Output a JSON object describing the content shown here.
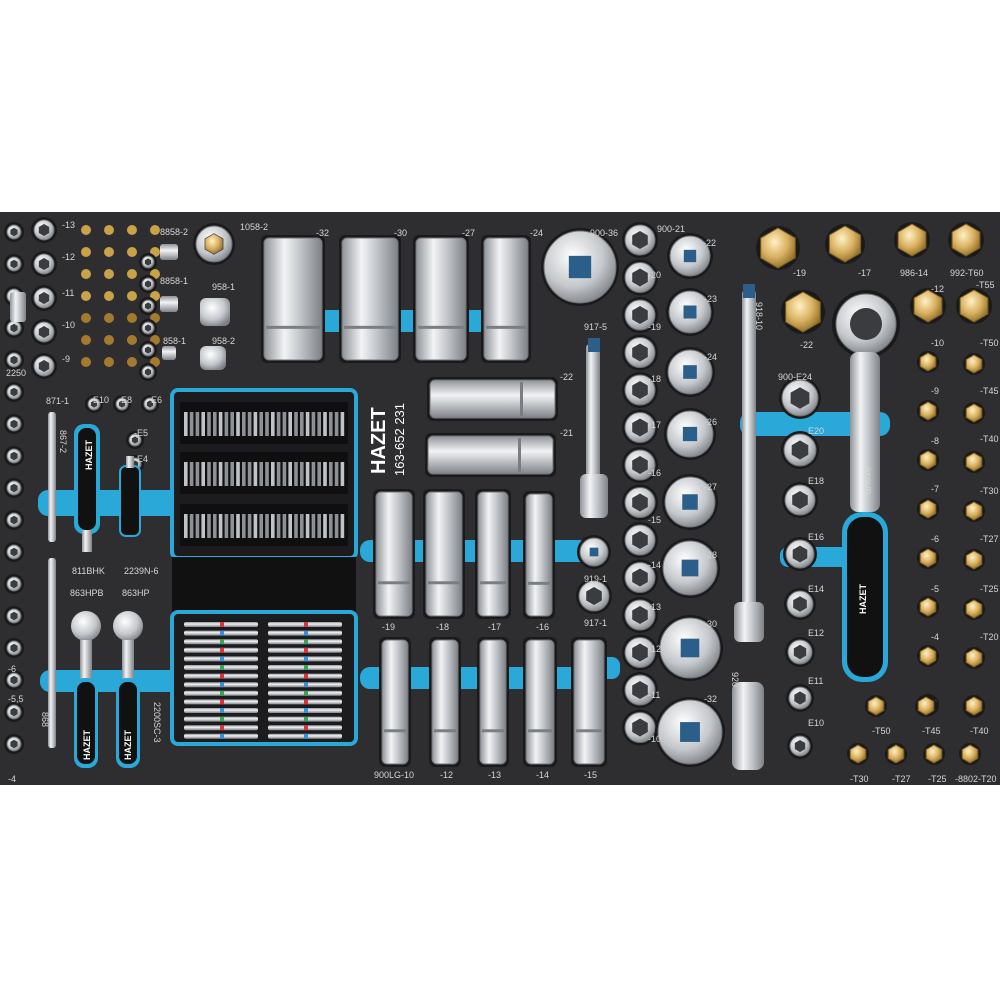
{
  "brand": {
    "name": "HAZET",
    "set_number": "163-652 231"
  },
  "colors": {
    "foam": "#2e2e30",
    "accent": "#2aa8d8",
    "chrome": "#cfd2d6",
    "brass": "#c9a24a",
    "handle": "#111111"
  },
  "labels": {
    "l_858_2": "8858-2",
    "l_1058_2": "1058-2",
    "l_958_1": "958-1",
    "l_958_2": "958-2",
    "l_8858_1": "8858-1",
    "l_858_1": "858-1",
    "s32": "-32",
    "s30": "-30",
    "s27": "-27",
    "s24": "-24",
    "l_900_36": "900-36",
    "l_900_21": "900-21",
    "l_22a": "-22",
    "l_20a": "-20",
    "l_23": "-23",
    "l_19a": "-19",
    "l_24b": "-24",
    "l_18a": "-18",
    "l_26": "-26",
    "l_17a": "-17",
    "l_16a": "-16",
    "l_27b": "-27",
    "l_15a": "-15",
    "l_28": "-28",
    "l_14a": "-14",
    "l_13a": "-13",
    "l_30b": "-30",
    "l_12a": "-12",
    "l_11a": "-11",
    "l_32b": "-32",
    "l_10a": "-10",
    "l_917_5": "917-5",
    "l_919_1": "919-1",
    "l_917_1": "917-1",
    "l_918_10": "918-10",
    "l_920": "920",
    "l_19b": "-19",
    "l_17b": "-17",
    "l_986_14": "986-14",
    "l_992_T60": "992-T60",
    "l_12b": "-12",
    "l_T55": "-T55",
    "l_22b": "-22",
    "l_10b": "-10",
    "l_T50": "-T50",
    "l_900_E24": "900-E24",
    "l_9b": "-9",
    "l_T45": "-T45",
    "l_E20": "E20",
    "l_8b": "-8",
    "l_T40": "-T40",
    "l_E18": "E18",
    "l_7b": "-7",
    "l_T30": "-T30",
    "l_E16": "E16",
    "l_6b": "-6",
    "l_T27": "-T27",
    "l_E14": "E14",
    "l_5b": "-5",
    "l_T25": "-T25",
    "l_E12": "E12",
    "l_4b": "-4",
    "l_T20": "-T20",
    "l_E11": "E11",
    "l_E10": "E10",
    "l_916HP": "916HP",
    "l_T50b": "-T50",
    "l_T45b": "-T45",
    "l_T40b": "-T40",
    "l_T30b": "-T30",
    "l_T27b": "-T27",
    "l_T25b": "-T25",
    "l_8802_T20": "-8802-T20",
    "l_deep22": "-22",
    "l_deep21": "-21",
    "l_d19": "-19",
    "l_d18": "-18",
    "l_d17": "-17",
    "l_d16": "-16",
    "l_900LG_10": "900LG-10",
    "l_d12": "-12",
    "l_d13": "-13",
    "l_d14": "-14",
    "l_d15": "-15",
    "l_871_1": "871-1",
    "l_E10s": "-E10",
    "l_E8s": "-E8",
    "l_E6s": "-E6",
    "l_E5s": "-E5",
    "l_E4s": "-E4",
    "l_867_2": "867-2",
    "l_811BHK": "811BHK",
    "l_2239N_6": "2239N-6",
    "l_863HPB": "863HPB",
    "l_863HP": "863HP",
    "l_2200SC_3": "2200SC-3",
    "l_868": "868",
    "l_2250": "2250",
    "l_13s": "-13",
    "l_12s": "-12",
    "l_11s": "-11",
    "l_10s": "-10",
    "l_9s": "-9",
    "l_55s": "-5,5",
    "l_6s": "-6",
    "l_4s": "-4"
  }
}
